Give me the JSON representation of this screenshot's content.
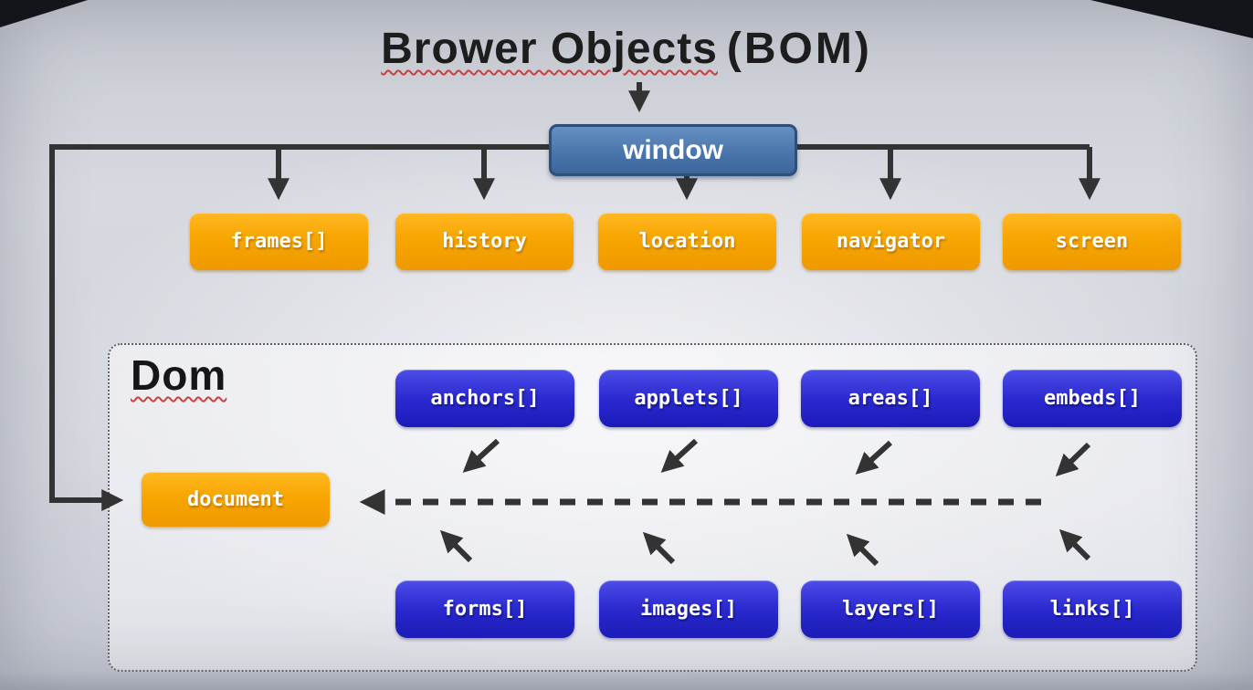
{
  "title": {
    "main": "Brower Objects",
    "suffix": "(BOM)"
  },
  "window": {
    "label": "window"
  },
  "bom_row": [
    "frames[]",
    "history",
    "location",
    "navigator",
    "screen"
  ],
  "dom_panel": {
    "heading": "Dom",
    "document": "document",
    "top_row": [
      "anchors[]",
      "applets[]",
      "areas[]",
      "embeds[]"
    ],
    "bottom_row": [
      "forms[]",
      "images[]",
      "layers[]",
      "links[]"
    ]
  },
  "colors": {
    "orange": "#f7a600",
    "blue": "#2a2ad0",
    "window_blue": "#4a76ad",
    "line": "#333333",
    "title_underline": "#cc4040"
  }
}
